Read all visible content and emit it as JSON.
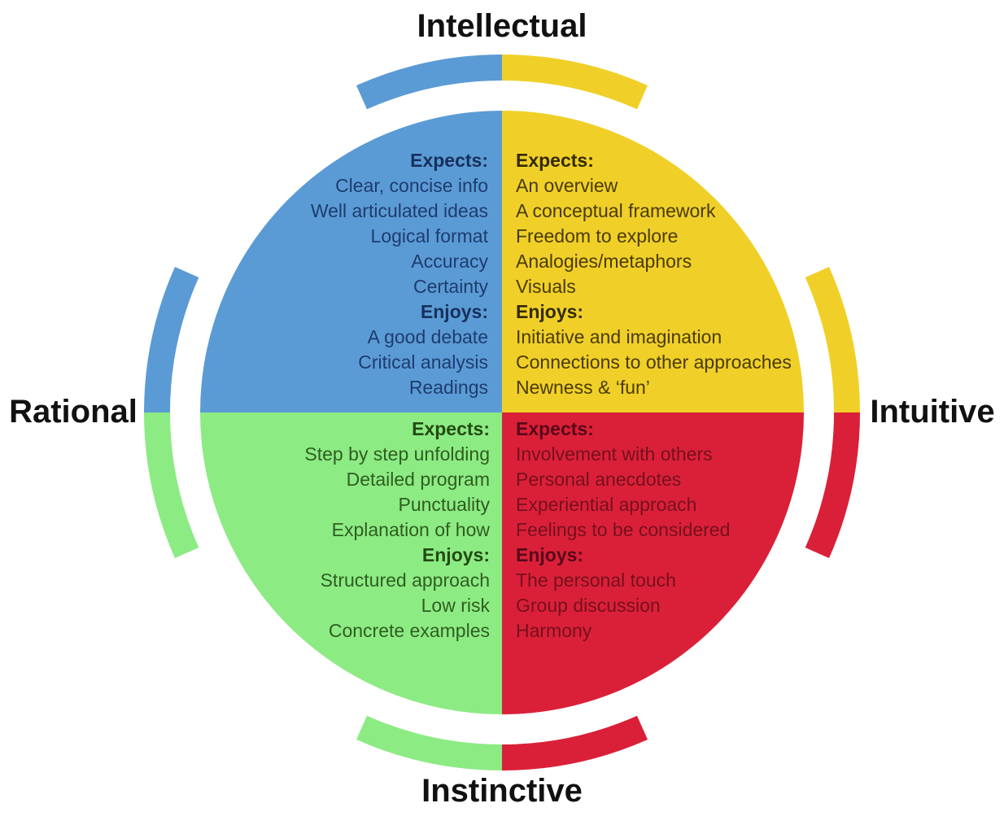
{
  "labels": {
    "top": "Intellectual",
    "right": "Intuitive",
    "bottom": "Instinctive",
    "left": "Rational"
  },
  "quadrants": {
    "top_left": {
      "axis": "Intellectual / Rational",
      "fill": "#5B9BD5",
      "text_color": "#1E3C6E",
      "heading_color": "#16315C",
      "lines": [
        "Expects:",
        "Clear, concise info",
        "Well articulated ideas",
        "Logical format",
        "Accuracy",
        "Certainty",
        "Enjoys:",
        "A good debate",
        "Critical analysis",
        "Readings"
      ]
    },
    "top_right": {
      "axis": "Intellectual / Intuitive",
      "fill": "#F0D028",
      "text_color": "#4A3A06",
      "heading_color": "#342A02",
      "lines": [
        "Expects:",
        "An overview",
        "A conceptual framework",
        "Freedom to explore",
        "Analogies/metaphors",
        "Visuals",
        "Enjoys:",
        "Initiative and imagination",
        "Connections to other approaches",
        "Newness & ‘fun’"
      ]
    },
    "bottom_left": {
      "axis": "Instinctive / Rational",
      "fill": "#8DEB84",
      "text_color": "#2F5E20",
      "heading_color": "#234A12",
      "lines": [
        "Expects:",
        "Step by step unfolding",
        "Detailed program",
        "Punctuality",
        "Explanation of how",
        "Enjoys:",
        "Structured approach",
        "Low risk",
        "Concrete examples"
      ]
    },
    "bottom_right": {
      "axis": "Instinctive / Intuitive",
      "fill": "#DA2038",
      "text_color": "#76101F",
      "heading_color": "#57081A",
      "lines": [
        "Expects:",
        "Involvement with others",
        "Personal anecdotes",
        "Experiential approach",
        "Feelings to be considered",
        "Enjoys:",
        "The personal touch",
        "Group discussion",
        "Harmony"
      ]
    }
  }
}
